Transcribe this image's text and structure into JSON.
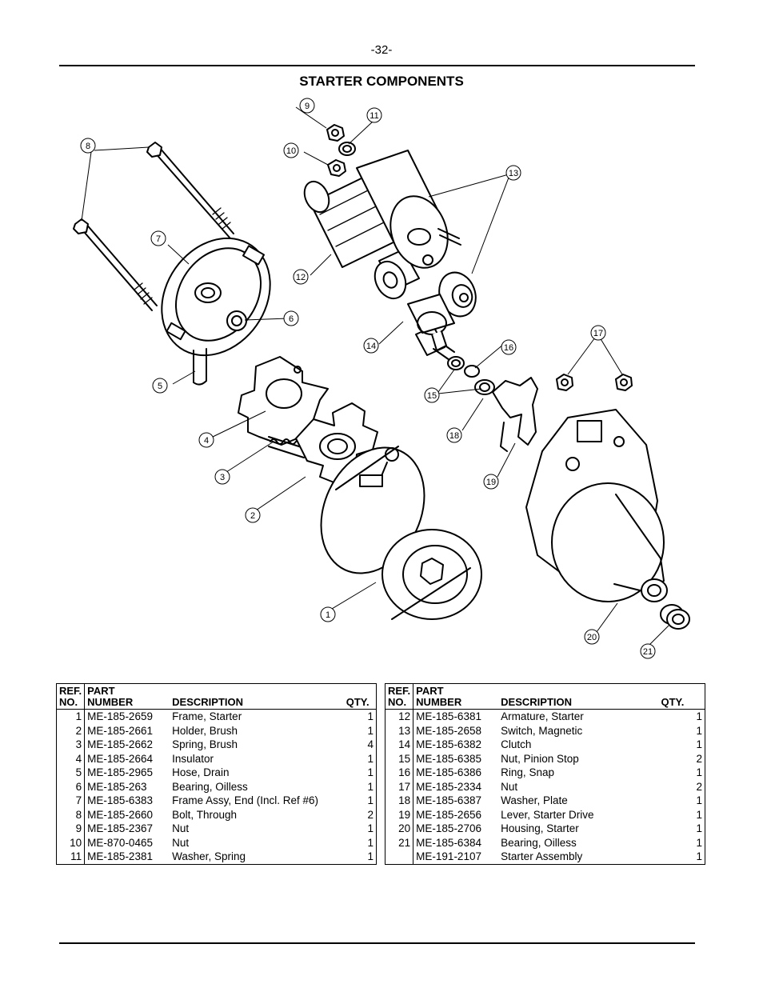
{
  "page": {
    "page_number": "-32-",
    "title": "STARTER COMPONENTS"
  },
  "diagram": {
    "callouts": [
      "1",
      "2",
      "3",
      "4",
      "5",
      "6",
      "7",
      "8",
      "9",
      "10",
      "11",
      "12",
      "13",
      "14",
      "15",
      "16",
      "17",
      "18",
      "19",
      "20",
      "21"
    ]
  },
  "table": {
    "headers": {
      "ref_line1": "REF.",
      "ref_line2": "NO.",
      "part_line1": "PART",
      "part_line2": "NUMBER",
      "description": "DESCRIPTION",
      "qty": "QTY."
    },
    "left_rows": [
      {
        "ref": "1",
        "part": "ME-185-2659",
        "desc": "Frame, Starter",
        "qty": "1"
      },
      {
        "ref": "2",
        "part": "ME-185-2661",
        "desc": "Holder, Brush",
        "qty": "1"
      },
      {
        "ref": "3",
        "part": "ME-185-2662",
        "desc": "Spring, Brush",
        "qty": "4"
      },
      {
        "ref": "4",
        "part": "ME-185-2664",
        "desc": "Insulator",
        "qty": "1"
      },
      {
        "ref": "5",
        "part": "ME-185-2965",
        "desc": "Hose, Drain",
        "qty": "1"
      },
      {
        "ref": "6",
        "part": "ME-185-263",
        "desc": "Bearing, Oilless",
        "qty": "1"
      },
      {
        "ref": "7",
        "part": "ME-185-6383",
        "desc": "Frame Assy, End (Incl. Ref #6)",
        "qty": "1"
      },
      {
        "ref": "8",
        "part": "ME-185-2660",
        "desc": "Bolt, Through",
        "qty": "2"
      },
      {
        "ref": "9",
        "part": "ME-185-2367",
        "desc": "Nut",
        "qty": "1"
      },
      {
        "ref": "10",
        "part": "ME-870-0465",
        "desc": "Nut",
        "qty": "1"
      },
      {
        "ref": "11",
        "part": "ME-185-2381",
        "desc": "Washer, Spring",
        "qty": "1"
      }
    ],
    "right_rows": [
      {
        "ref": "12",
        "part": "ME-185-6381",
        "desc": "Armature, Starter",
        "qty": "1"
      },
      {
        "ref": "13",
        "part": "ME-185-2658",
        "desc": "Switch, Magnetic",
        "qty": "1"
      },
      {
        "ref": "14",
        "part": "ME-185-6382",
        "desc": "Clutch",
        "qty": "1"
      },
      {
        "ref": "15",
        "part": "ME-185-6385",
        "desc": "Nut, Pinion Stop",
        "qty": "2"
      },
      {
        "ref": "16",
        "part": "ME-185-6386",
        "desc": "Ring, Snap",
        "qty": "1"
      },
      {
        "ref": "17",
        "part": "ME-185-2334",
        "desc": "Nut",
        "qty": "2"
      },
      {
        "ref": "18",
        "part": "ME-185-6387",
        "desc": "Washer, Plate",
        "qty": "1"
      },
      {
        "ref": "19",
        "part": "ME-185-2656",
        "desc": "Lever, Starter Drive",
        "qty": "1"
      },
      {
        "ref": "20",
        "part": "ME-185-2706",
        "desc": "Housing, Starter",
        "qty": "1"
      },
      {
        "ref": "21",
        "part": "ME-185-6384",
        "desc": "Bearing, Oilless",
        "qty": "1"
      },
      {
        "ref": "",
        "part": "ME-191-2107",
        "desc": "Starter Assembly",
        "qty": "1"
      }
    ]
  }
}
